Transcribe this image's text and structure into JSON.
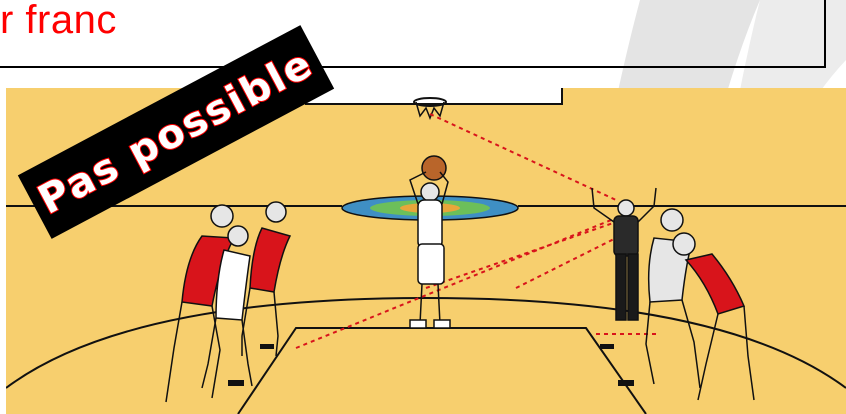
{
  "slide": {
    "title": "r franc",
    "stamp_label": "Pas possible",
    "colors": {
      "title": "#ff0000",
      "stamp_bg": "#000000",
      "stamp_text": "#ffffff",
      "stamp_outline": "#ff0000",
      "court": "#f7cf6e",
      "court_lines": "#111111",
      "sightline": "#d8141b",
      "defender_jersey": "#d8141b",
      "shooter_jersey": "#ffffff",
      "swoosh": "#d9d9d9"
    }
  },
  "illustration": {
    "scene": "free-throw-court",
    "sightlines": "dashed-red"
  }
}
